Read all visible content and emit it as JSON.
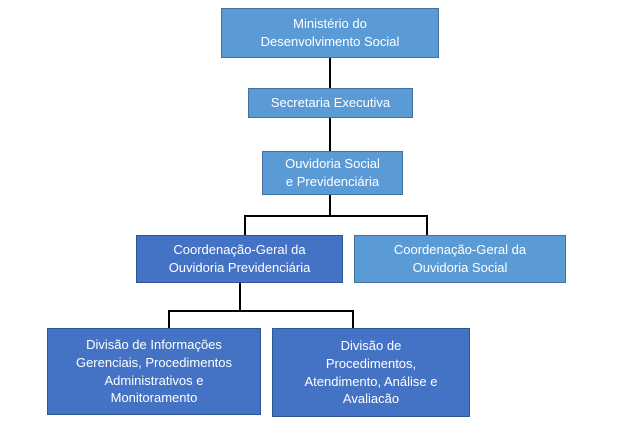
{
  "org_chart": {
    "type": "organizational-chart",
    "nodes": [
      {
        "id": "ministerio",
        "label": "Ministério do Desenvolvimento Social",
        "label_lines": [
          "Ministério do",
          "Desenvolvimento Social"
        ],
        "style": "light",
        "parent": null
      },
      {
        "id": "secretaria-executiva",
        "label": "Secretaria Executiva",
        "label_lines": [
          "Secretaria Executiva"
        ],
        "style": "light",
        "parent": "ministerio"
      },
      {
        "id": "ouvidoria-social-previdenciaria",
        "label": "Ouvidoria Social e Previdenciária",
        "label_lines": [
          "Ouvidoria Social",
          "e Previdenciária"
        ],
        "style": "light",
        "parent": "secretaria-executiva"
      },
      {
        "id": "cg-ouvidoria-previdenciaria",
        "label": "Coordenação-Geral da Ouvidoria Previdenciária",
        "label_lines": [
          "Coordenação-Geral da",
          "Ouvidoria Previdenciária"
        ],
        "style": "dark",
        "parent": "ouvidoria-social-previdenciaria"
      },
      {
        "id": "cg-ouvidoria-social",
        "label": "Coordenação-Geral da Ouvidoria Social",
        "label_lines": [
          "Coordenação-Geral da",
          "Ouvidoria Social"
        ],
        "style": "light",
        "parent": "ouvidoria-social-previdenciaria"
      },
      {
        "id": "divisao-informacoes",
        "label": "Divisão de Informações Gerenciais, Procedimentos Administrativos e Monitoramento",
        "label_lines": [
          "Divisão de Informações",
          "Gerenciais, Procedimentos",
          "Administrativos e",
          "Monitoramento"
        ],
        "style": "dark",
        "parent": "cg-ouvidoria-previdenciaria"
      },
      {
        "id": "divisao-procedimentos",
        "label": "Divisão de Procedimentos, Atendimento, Análise e Avaliacão",
        "label_lines": [
          "Divisão de",
          "Procedimentos,",
          "Atendimento, Análise e",
          "Avaliacão"
        ],
        "style": "dark",
        "parent": "cg-ouvidoria-previdenciaria"
      }
    ]
  },
  "colors": {
    "light_fill": "#5B9BD5",
    "light_border": "#41719C",
    "dark_fill": "#4472C4",
    "dark_border": "#2F5597",
    "connector": "#000000",
    "text_color": "#FFFFFF",
    "background": "#FFFFFF"
  }
}
